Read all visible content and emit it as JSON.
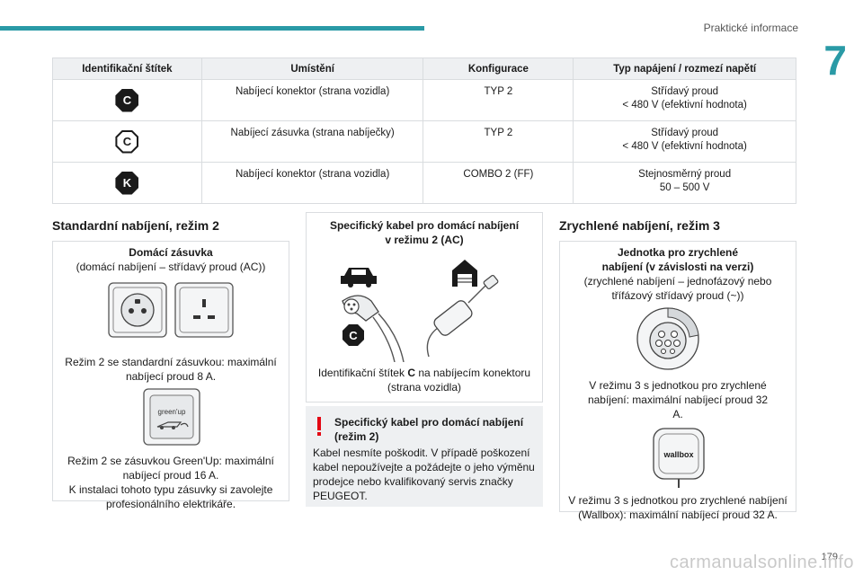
{
  "header": {
    "section_title": "Praktické informace",
    "chapter": "7"
  },
  "footer": {
    "page_number": "179",
    "watermark": "carmanualsonline.info"
  },
  "table": {
    "headers": [
      "Identifikační štítek",
      "Umístění",
      "Konfigurace",
      "Typ napájení / rozmezí napětí"
    ],
    "rows": [
      {
        "badge": "C",
        "location": "Nabíjecí konektor (strana vozidla)",
        "config": "TYP 2",
        "power_line1": "Střídavý proud",
        "power_line2": "< 480 V (efektivní hodnota)"
      },
      {
        "badge": "C",
        "location": "Nabíjecí zásuvka (strana nabíječky)",
        "config": "TYP 2",
        "power_line1": "Střídavý proud",
        "power_line2": "< 480 V (efektivní hodnota)"
      },
      {
        "badge": "K",
        "location": "Nabíjecí konektor (strana vozidla)",
        "config": "COMBO 2 (FF)",
        "power_line1": "Stejnosměrný proud",
        "power_line2": "50 – 500 V"
      }
    ]
  },
  "left": {
    "heading": "Standardní nabíjení, režim 2",
    "box_title": "Domácí zásuvka",
    "box_subtitle": "(domácí nabíjení – střídavý proud (AC))",
    "caption1": "Režim 2 se standardní zásuvkou: maximální nabíjecí proud 8 A.",
    "greenup_label": "green'up",
    "caption2_line1": "Režim 2 se zásuvkou Green'Up: maximální nabíjecí proud 16 A.",
    "caption2_line2": "K instalaci tohoto typu zásuvky si zavolejte profesionálního elektrikáře."
  },
  "middle": {
    "box_title": "Specifický kabel pro domácí nabíjení v režimu 2 (AC)",
    "badge": "C",
    "caption_pre": "Identifikační štítek ",
    "caption_bold": "C",
    "caption_post": " na nabíjecím konektoru (strana vozidla)",
    "warning_title": "Specifický kabel pro domácí nabíjení (režim 2)",
    "warning_text": "Kabel nesmíte poškodit. V případě poškození kabel nepoužívejte a požádejte o jeho výměnu prodejce nebo kvalifikovaný servis značky PEUGEOT.",
    "warning_color": "#e30613"
  },
  "right": {
    "heading": "Zrychlené nabíjení, režim 3",
    "box_title": "Jednotka pro zrychlené nabíjení (v závislosti na verzi)",
    "box_subtitle": "(zrychlené nabíjení – jednofázový nebo třífázový střídavý proud (~))",
    "caption1": "V režimu 3 s jednotkou pro zrychlené nabíjení: maximální nabíjecí proud 32 A.",
    "wallbox_label": "wallbox",
    "caption2": "V režimu 3 s jednotkou pro zrychlené nabíjení (Wallbox): maximální nabíjecí proud 32 A."
  },
  "colors": {
    "accent": "#2a9aa6",
    "table_header": "#eef0f2",
    "warning_bg": "#eef0f2"
  }
}
